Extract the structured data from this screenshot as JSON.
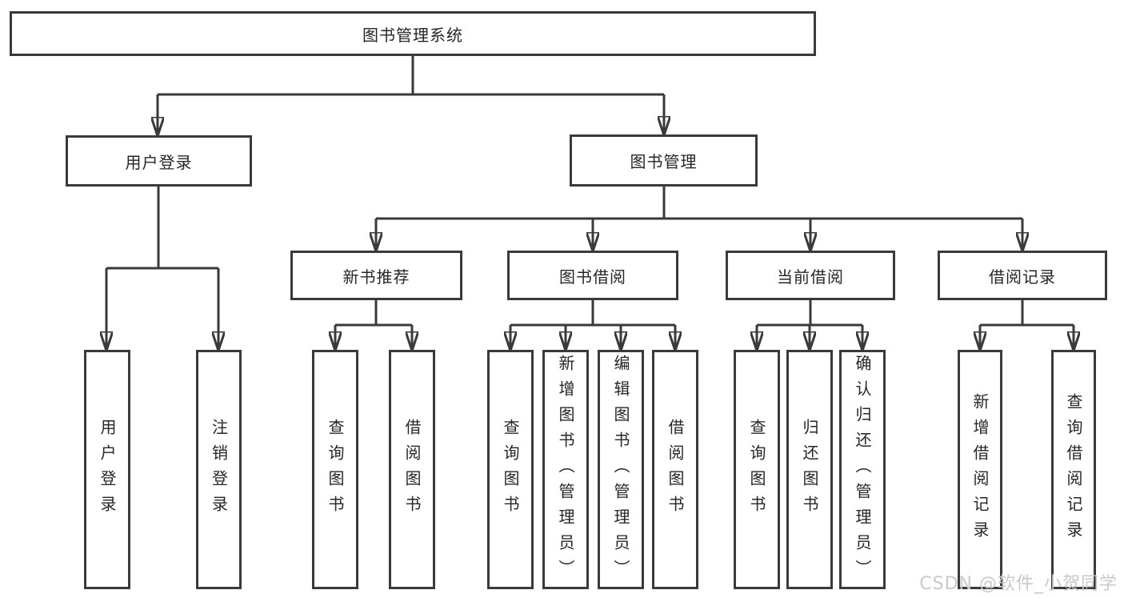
{
  "diagram": {
    "type": "hierarchy-tree",
    "title": "图书管理系统",
    "nodes": {
      "root": "图书管理系统",
      "user_login": "用户登录",
      "book_mgmt": "图书管理",
      "new_book": "新书推荐",
      "book_borrow": "图书借阅",
      "current_borrow": "当前借阅",
      "borrow_record": "借阅记录",
      "leaf_user_login": "用户登录",
      "leaf_logout": "注销登录",
      "nb_query_book": "查询图书",
      "nb_borrow_book": "借阅图书",
      "bb_query_book": "查询图书",
      "bb_add_book": "新增图书（管理员）",
      "bb_edit_book": "编辑图书（管理员）",
      "bb_borrow_book": "借阅图书",
      "cb_query_book": "查询图书",
      "cb_return_book": "归还图书",
      "cb_confirm_return": "确认归还（管理员）",
      "br_add_record": "新增借阅记录",
      "br_query_record": "查询借阅记录"
    },
    "tree": {
      "图书管理系统": {
        "用户登录": [
          "用户登录",
          "注销登录"
        ],
        "图书管理": {
          "新书推荐": [
            "查询图书",
            "借阅图书"
          ],
          "图书借阅": [
            "查询图书",
            "新增图书（管理员）",
            "编辑图书（管理员）",
            "借阅图书"
          ],
          "当前借阅": [
            "查询图书",
            "归还图书",
            "确认归还（管理员）"
          ],
          "借阅记录": [
            "新增借阅记录",
            "查询借阅记录"
          ]
        }
      }
    }
  },
  "watermark": {
    "text": "CSDN @软件_小贺同学",
    "color": "#c9c9c9"
  },
  "colors": {
    "line": "#3a3a3a",
    "box_border": "#3a3a3a",
    "box_fill": "#ffffff",
    "text": "#262626",
    "background": "#ffffff"
  }
}
